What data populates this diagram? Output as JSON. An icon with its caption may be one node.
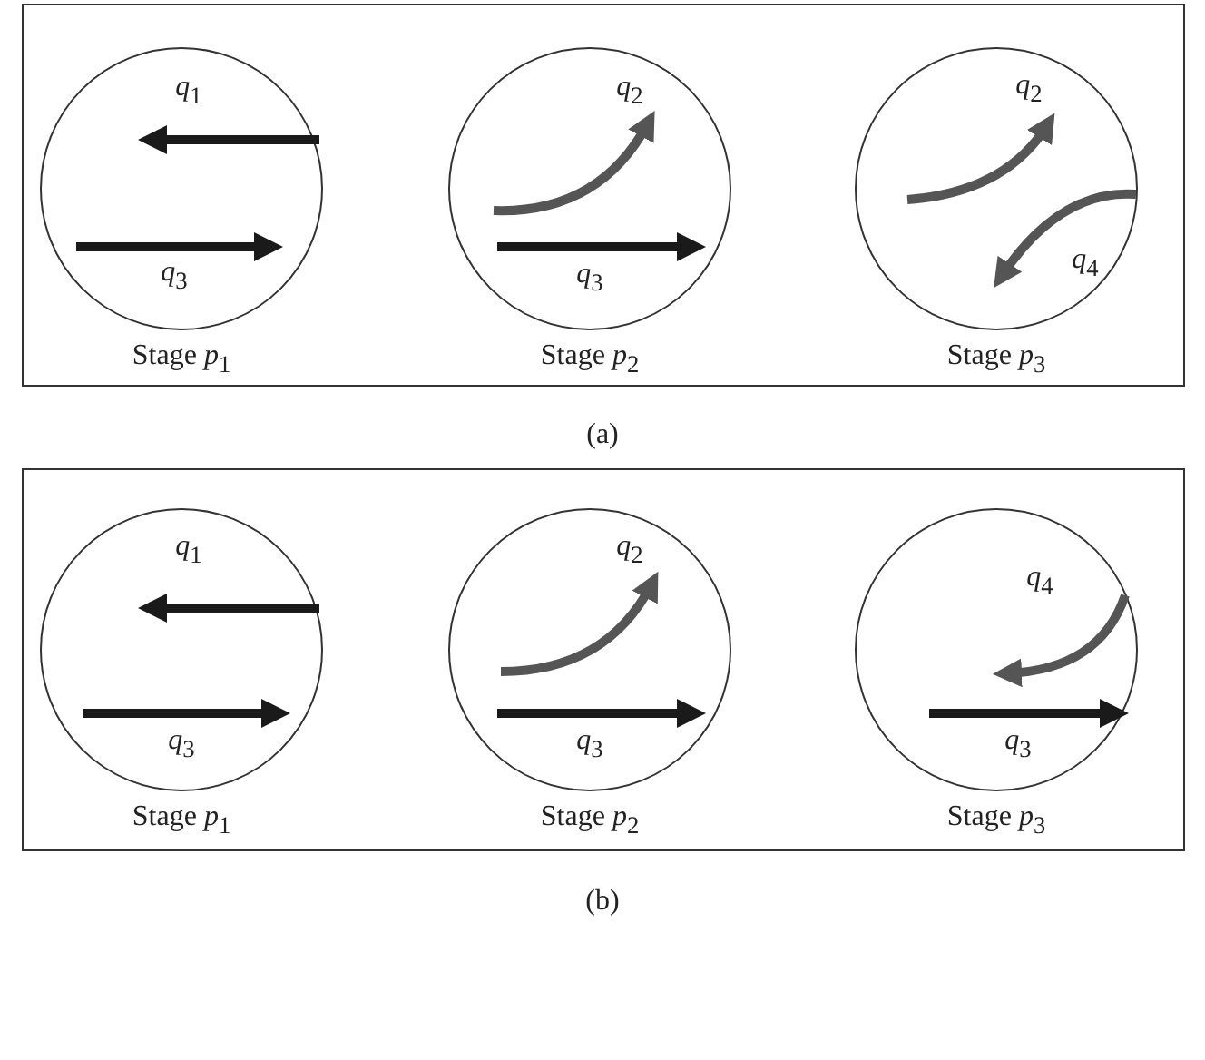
{
  "diagram": {
    "nodes": [
      {
        "text": [
          "(a)"
        ]
      },
      {
        "text": [
          "*q*$_{1}$",
          "*q*$_{3}$"
        ],
        "beside": [
          "Stage *p*$_{1}$"
        ],
        "in": 0
      },
      {
        "text": [
          "*q*$_{2}$",
          "*q*$_{3}$"
        ],
        "beside": [
          "Stage *p*$_{2}$"
        ],
        "in": 0
      },
      {
        "text": [
          "*q*$_{2}$",
          "*q*$_{4}$"
        ],
        "beside": [
          "Stage *p*$_{3}$"
        ],
        "in": 0
      },
      {
        "text": [
          "(b)"
        ]
      },
      {
        "text": [
          "*q*$_{1}$",
          "*q*$_{3}$"
        ],
        "beside": [
          "Stage *p*$_{1}$"
        ],
        "in": 4
      },
      {
        "text": [
          "*q*$_{2}$",
          "*q*$_{3}$"
        ],
        "beside": [
          "Stage *p*$_{2}$"
        ],
        "in": 4
      },
      {
        "text": [
          "*q*$_{4}$",
          "*q*$_{3}$"
        ],
        "beside": [
          "Stage *p*$_{3}$"
        ],
        "in": 4
      }
    ]
  }
}
